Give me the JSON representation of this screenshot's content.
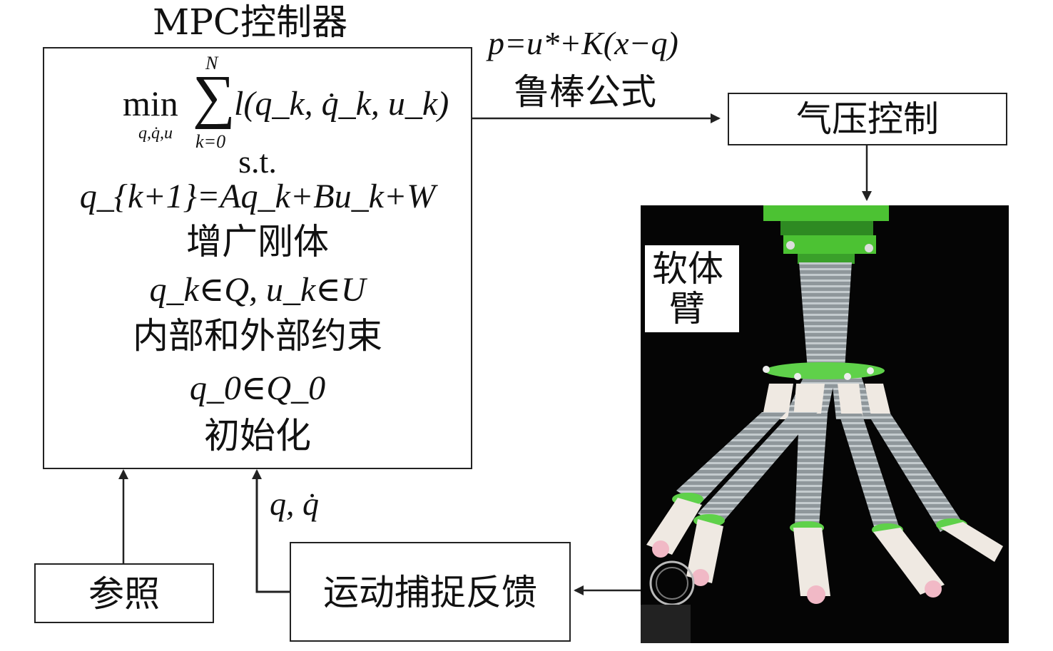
{
  "controller": {
    "title": "MPC控制器",
    "objective": {
      "op": "min",
      "op_sub": "q,q̇,u",
      "sum_upper": "N",
      "sum_lower": "k=0",
      "term": "l(q_k, q̇_k, u_k)"
    },
    "st": "s.t.",
    "dynamics": "q_{k+1}=Aq_k+Bu_k+W",
    "dynamics_label": "增广刚体",
    "constraints": "q_k∈Q, u_k∈U",
    "constraints_label": "内部和外部约束",
    "init": "q_0∈Q_0",
    "init_label": "初始化"
  },
  "robust_law": {
    "formula": "p=u*+K(x−q)",
    "label": "鲁棒公式"
  },
  "pressure_box": {
    "label": "气压控制"
  },
  "soft_arm": {
    "label_line1": "软体",
    "label_line2": "臂"
  },
  "feedback_box": {
    "label": "运动捕捉反馈"
  },
  "reference_box": {
    "label": "参照"
  },
  "feedback_signal": {
    "label": "q, q̇"
  },
  "colors": {
    "line": "#222222",
    "photo_bg": "#050505",
    "mount_green": "#4cc233",
    "tube_gray": "#8f979b",
    "finger_white": "#efe9e2"
  }
}
